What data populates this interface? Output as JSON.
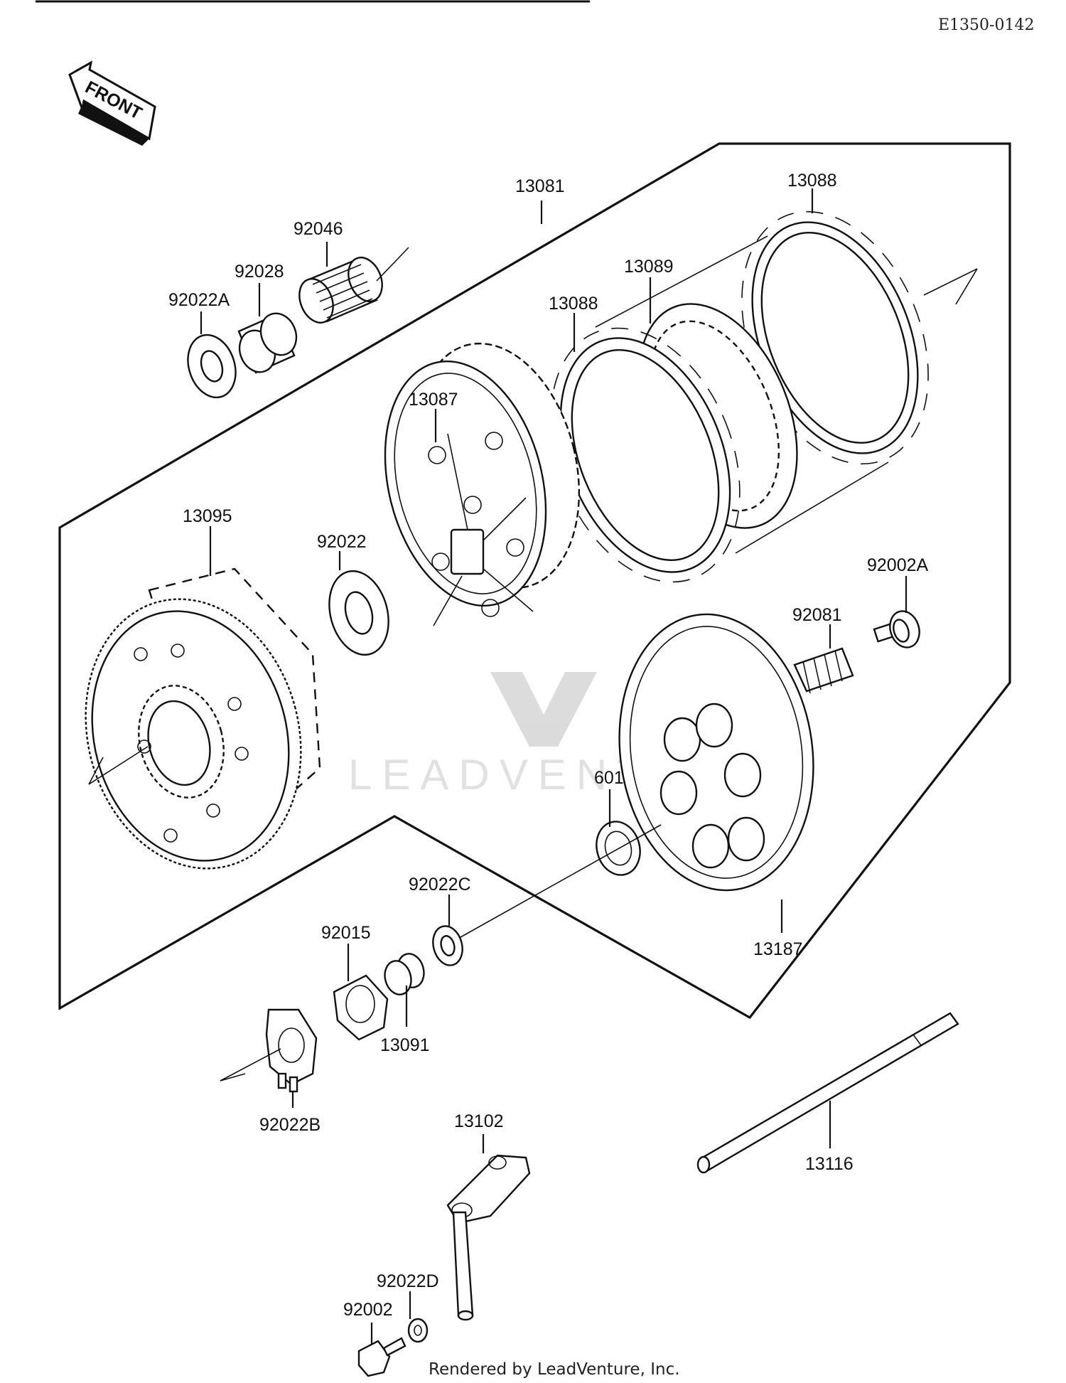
{
  "diagram": {
    "drawing_code": "E1350-0142",
    "front_arrow_label": "FRONT",
    "watermark": "LEADVENTURE",
    "credit": "Rendered by LeadVenture, Inc.",
    "part_labels": {
      "p13081": "13081",
      "p13088a": "13088",
      "p13088b": "13088",
      "p13089": "13089",
      "p92046": "92046",
      "p92028": "92028",
      "p92022A": "92022A",
      "p13087": "13087",
      "p13095": "13095",
      "p92022": "92022",
      "p92002A": "92002A",
      "p92081": "92081",
      "p601": "601",
      "p92022C": "92022C",
      "p92015": "92015",
      "p13187": "13187",
      "p13091": "13091",
      "p92022B": "92022B",
      "p13102": "13102",
      "p13116": "13116",
      "p92022D": "92022D",
      "p92002": "92002"
    }
  }
}
